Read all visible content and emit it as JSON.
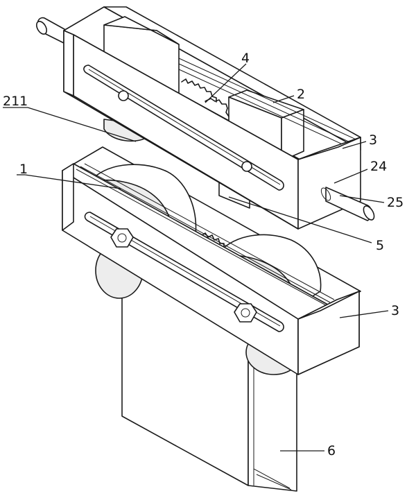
{
  "labels": {
    "l4": "4",
    "l211": "211",
    "l2": "2",
    "l3a": "3",
    "l1": "1",
    "l24": "24",
    "l25": "25",
    "l5": "5",
    "l3b": "3",
    "l6": "6"
  }
}
